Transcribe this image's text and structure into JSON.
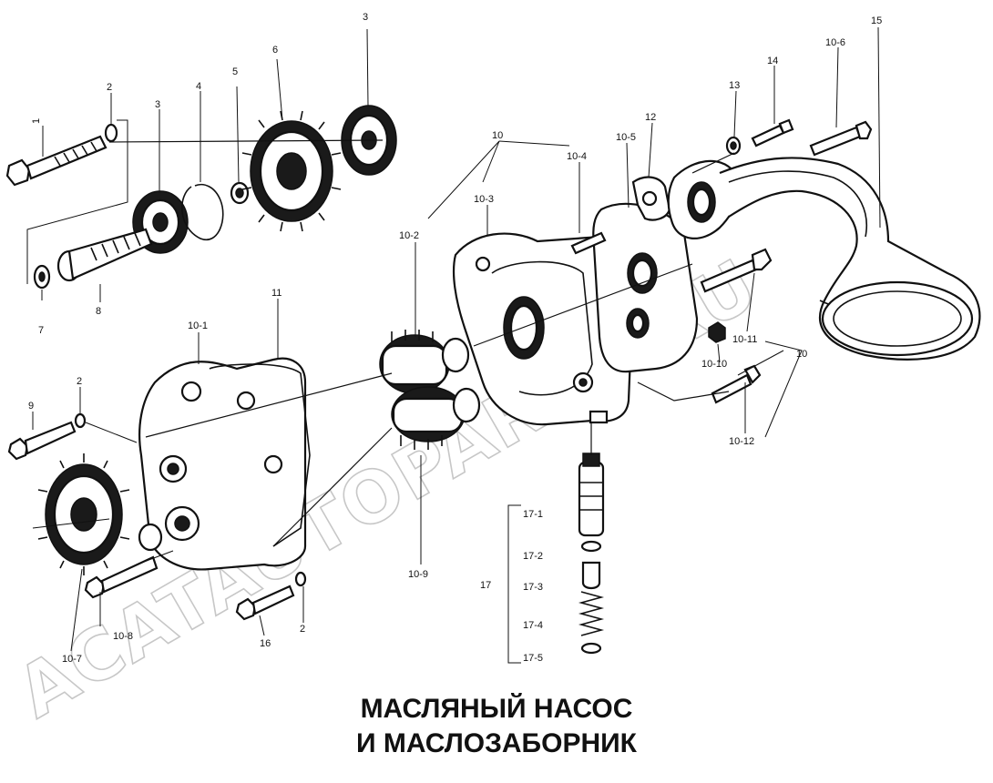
{
  "title": {
    "line1": "МАСЛЯНЫЙ НАСОС",
    "line2": "И МАСЛОЗАБОРНИК"
  },
  "watermark": "ACATAUTOPARTS.RU",
  "labels": {
    "l1": "1",
    "l2a": "2",
    "l3a": "3",
    "l3b": "3",
    "l4": "4",
    "l5": "5",
    "l6": "6",
    "l7": "7",
    "l8": "8",
    "l9": "9",
    "l2b": "2",
    "l2c": "2",
    "l10a": "10",
    "l10b": "10",
    "l10_1": "10-1",
    "l10_2": "10-2",
    "l10_3": "10-3",
    "l10_4": "10-4",
    "l10_5": "10-5",
    "l10_6": "10-6",
    "l10_7": "10-7",
    "l10_8": "10-8",
    "l10_9": "10-9",
    "l10_10": "10-10",
    "l10_11": "10-11",
    "l10_12": "10-12",
    "l11": "11",
    "l12": "12",
    "l13": "13",
    "l14": "14",
    "l15": "15",
    "l16": "16",
    "l17": "17",
    "l17_1": "17-1",
    "l17_2": "17-2",
    "l17_3": "17-3",
    "l17_4": "17-4",
    "l17_5": "17-5"
  }
}
